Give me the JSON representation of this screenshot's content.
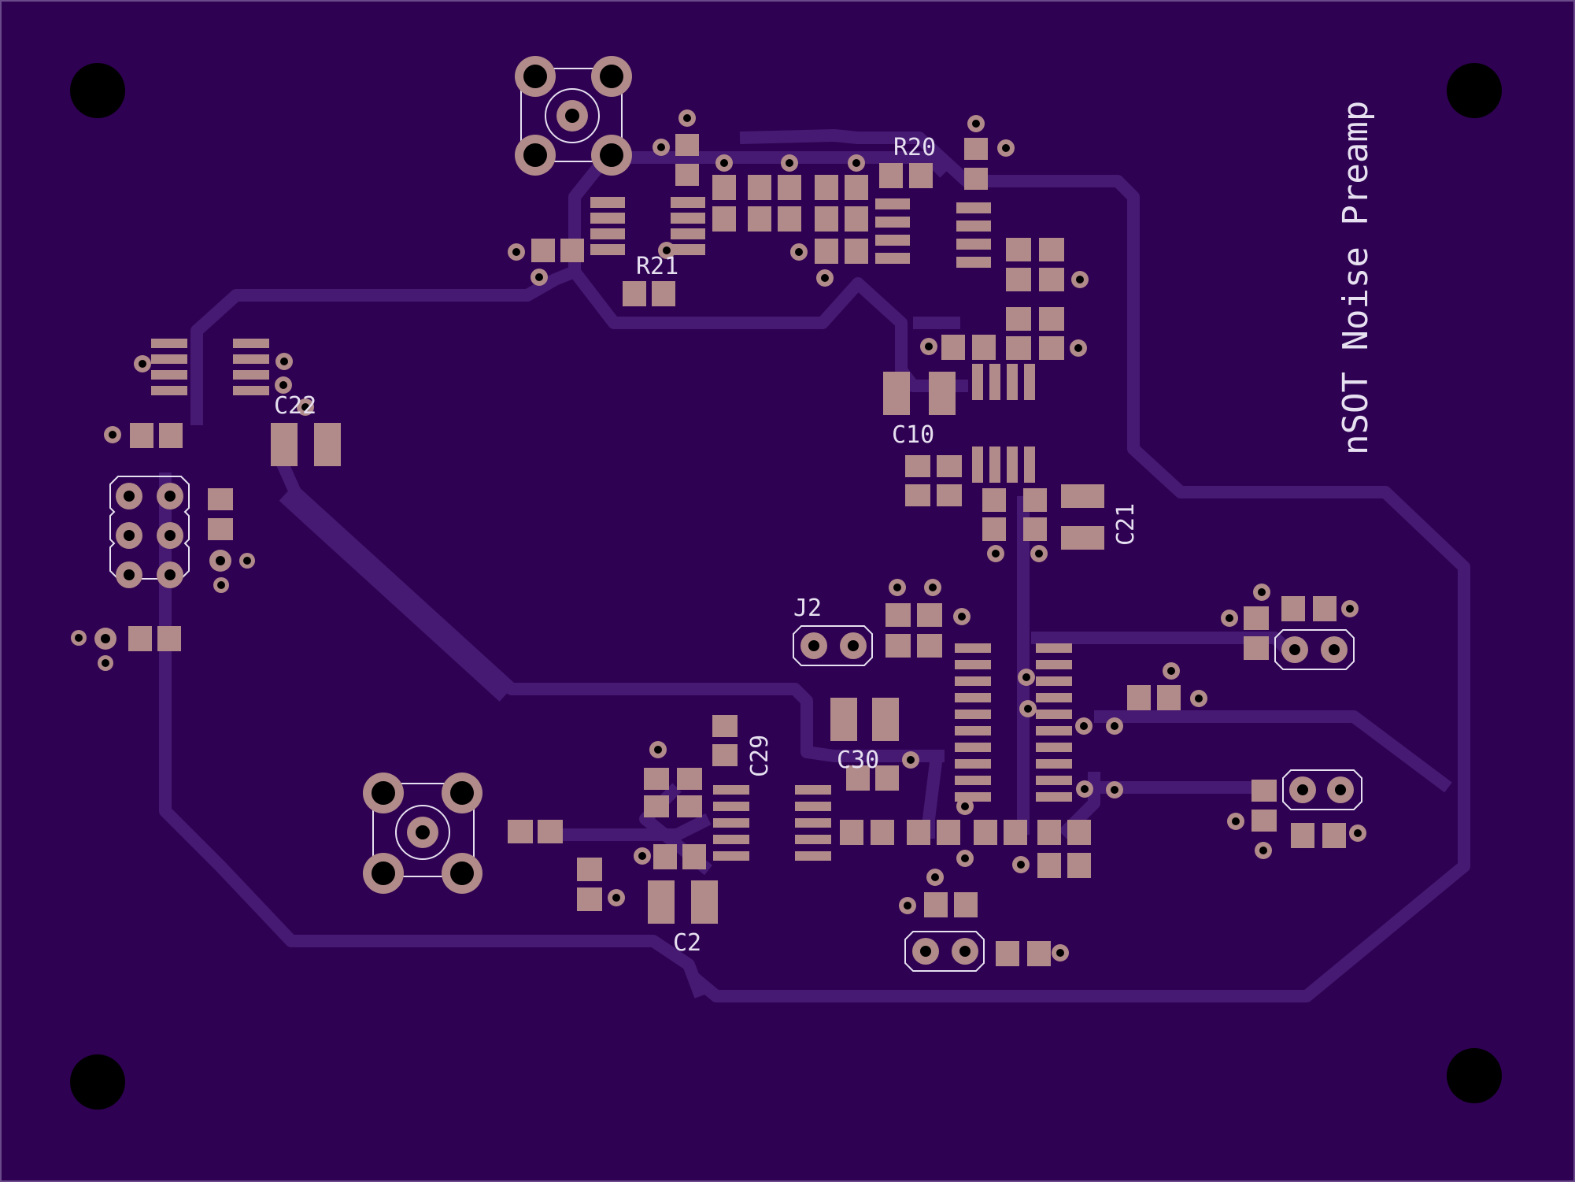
{
  "board_title": "nSOT Noise Preamp",
  "labels": {
    "r20": "R20",
    "r21": "R21",
    "c22": "C22",
    "c10": "C10",
    "c21": "C21",
    "j2": "J2",
    "c29": "C29",
    "c30": "C30",
    "c2": "C2"
  },
  "colors": {
    "substrate": "#2e0152",
    "trace": "#4a1d7a",
    "pad": "#b18a8a",
    "silkscreen": "#e6e0f0",
    "hole": "#000000"
  }
}
